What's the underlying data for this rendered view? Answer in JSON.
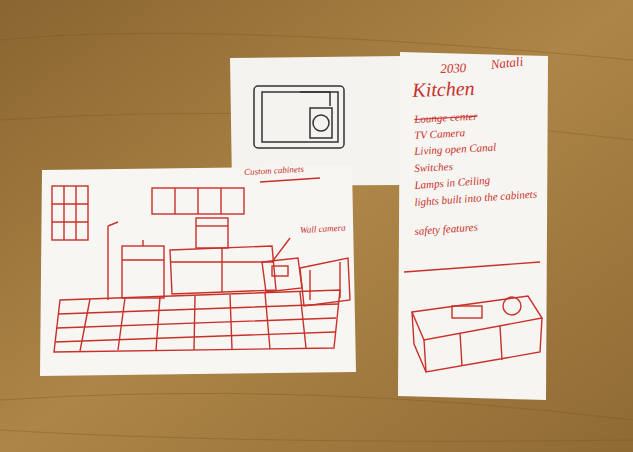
{
  "diagram": {
    "title": "Kitchen",
    "labels": [
      "2030",
      "Natali",
      "Lounge center",
      "TV Camera",
      "Living open Canal",
      "Switches",
      "Lamps in Ceiling",
      "lights built into the cabinets",
      "safety features",
      "Custom cabinets",
      "Wall camera"
    ]
  }
}
